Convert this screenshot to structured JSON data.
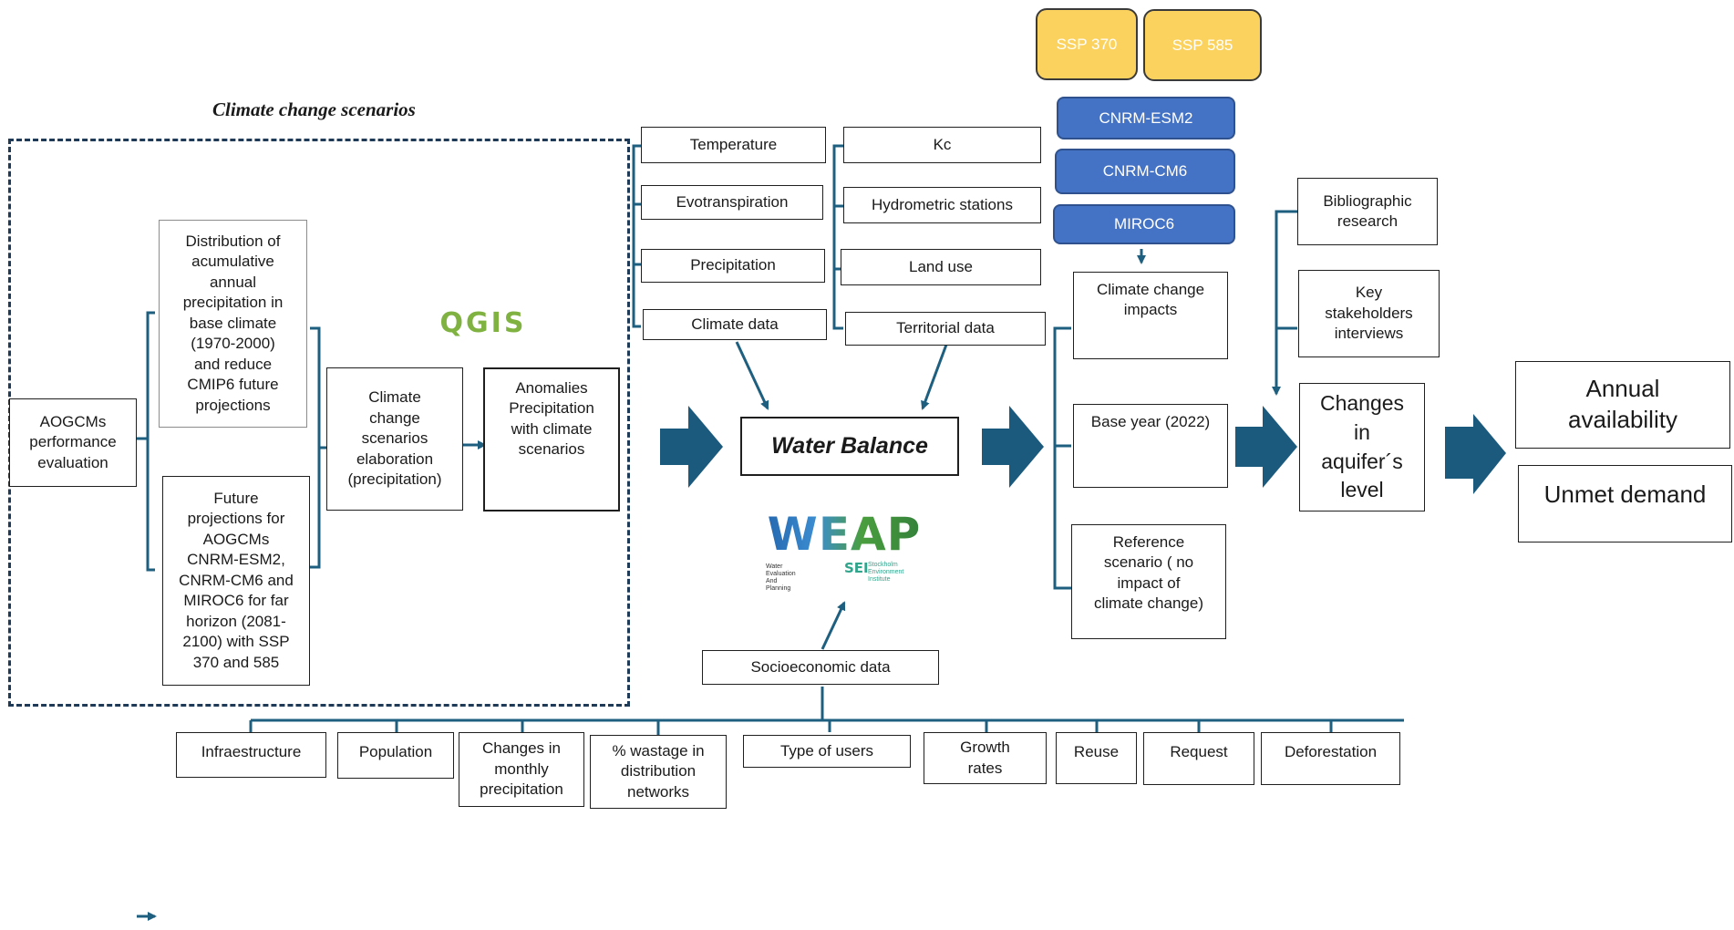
{
  "title": "Climate change scenarios",
  "qgis_logo": "QGIS",
  "weap_logo": {
    "word": "WEAP",
    "sub": "Water\nEvaluation\nAnd\nPlanning",
    "sei": "SEI",
    "sei_sub": "Stockholm\nEnvironment\nInstitute"
  },
  "left": {
    "aogcms": "AOGCMs\nperformance\nevaluation",
    "distribution": "Distribution of\nacumulative\nannual\nprecipitation in\nbase climate\n(1970-2000)\nand reduce\nCMIP6 future\nprojections",
    "future": "Future\nprojections for\nAOGCMs\nCNRM-ESM2,\nCNRM-CM6 and\nMIROC6 for far\nhorizon  (2081-\n2100) with SSP\n370 and 585",
    "elaboration": "Climate\nchange\nscenarios\nelaboration\n(precipitation)",
    "anomalies": "Anomalies\nPrecipitation\nwith climate\nscenarios"
  },
  "climate_inputs": [
    "Temperature",
    "Evotranspiration",
    "Precipitation",
    "Climate data"
  ],
  "territorial_inputs": [
    "Kc",
    "Hydrometric stations",
    "Land use",
    "Territorial data"
  ],
  "water_balance": "Water Balance",
  "ssp": [
    "SSP 370",
    "SSP 585"
  ],
  "models": [
    "CNRM-ESM2",
    "CNRM-CM6",
    "MIROC6"
  ],
  "outcomes": {
    "impacts": "Climate change\nimpacts",
    "base_year": "Base year (2022)",
    "reference": "Reference\nscenario ( no\nimpact of\nclimate change)"
  },
  "research": [
    "Bibliographic\nresearch",
    "Key\nstakeholders\ninterviews"
  ],
  "aquifer": "Changes\nin\naquifer´s\nlevel",
  "results": [
    "Annual\navailability",
    "Unmet demand"
  ],
  "socioeconomic": "Socioeconomic data",
  "socio_items": [
    "Infraestructure",
    "Population",
    "Changes in\nmonthly\nprecipitation",
    "% wastage in\ndistribution\nnetworks",
    "Type of users",
    "Growth\nrates",
    "Reuse",
    "Request",
    "Deforestation"
  ],
  "colors": {
    "connector": "#1e5f80",
    "big_arrow": "#1b5a7c",
    "ssp_fill": "#fcd25e",
    "model_fill": "#4472c4"
  }
}
